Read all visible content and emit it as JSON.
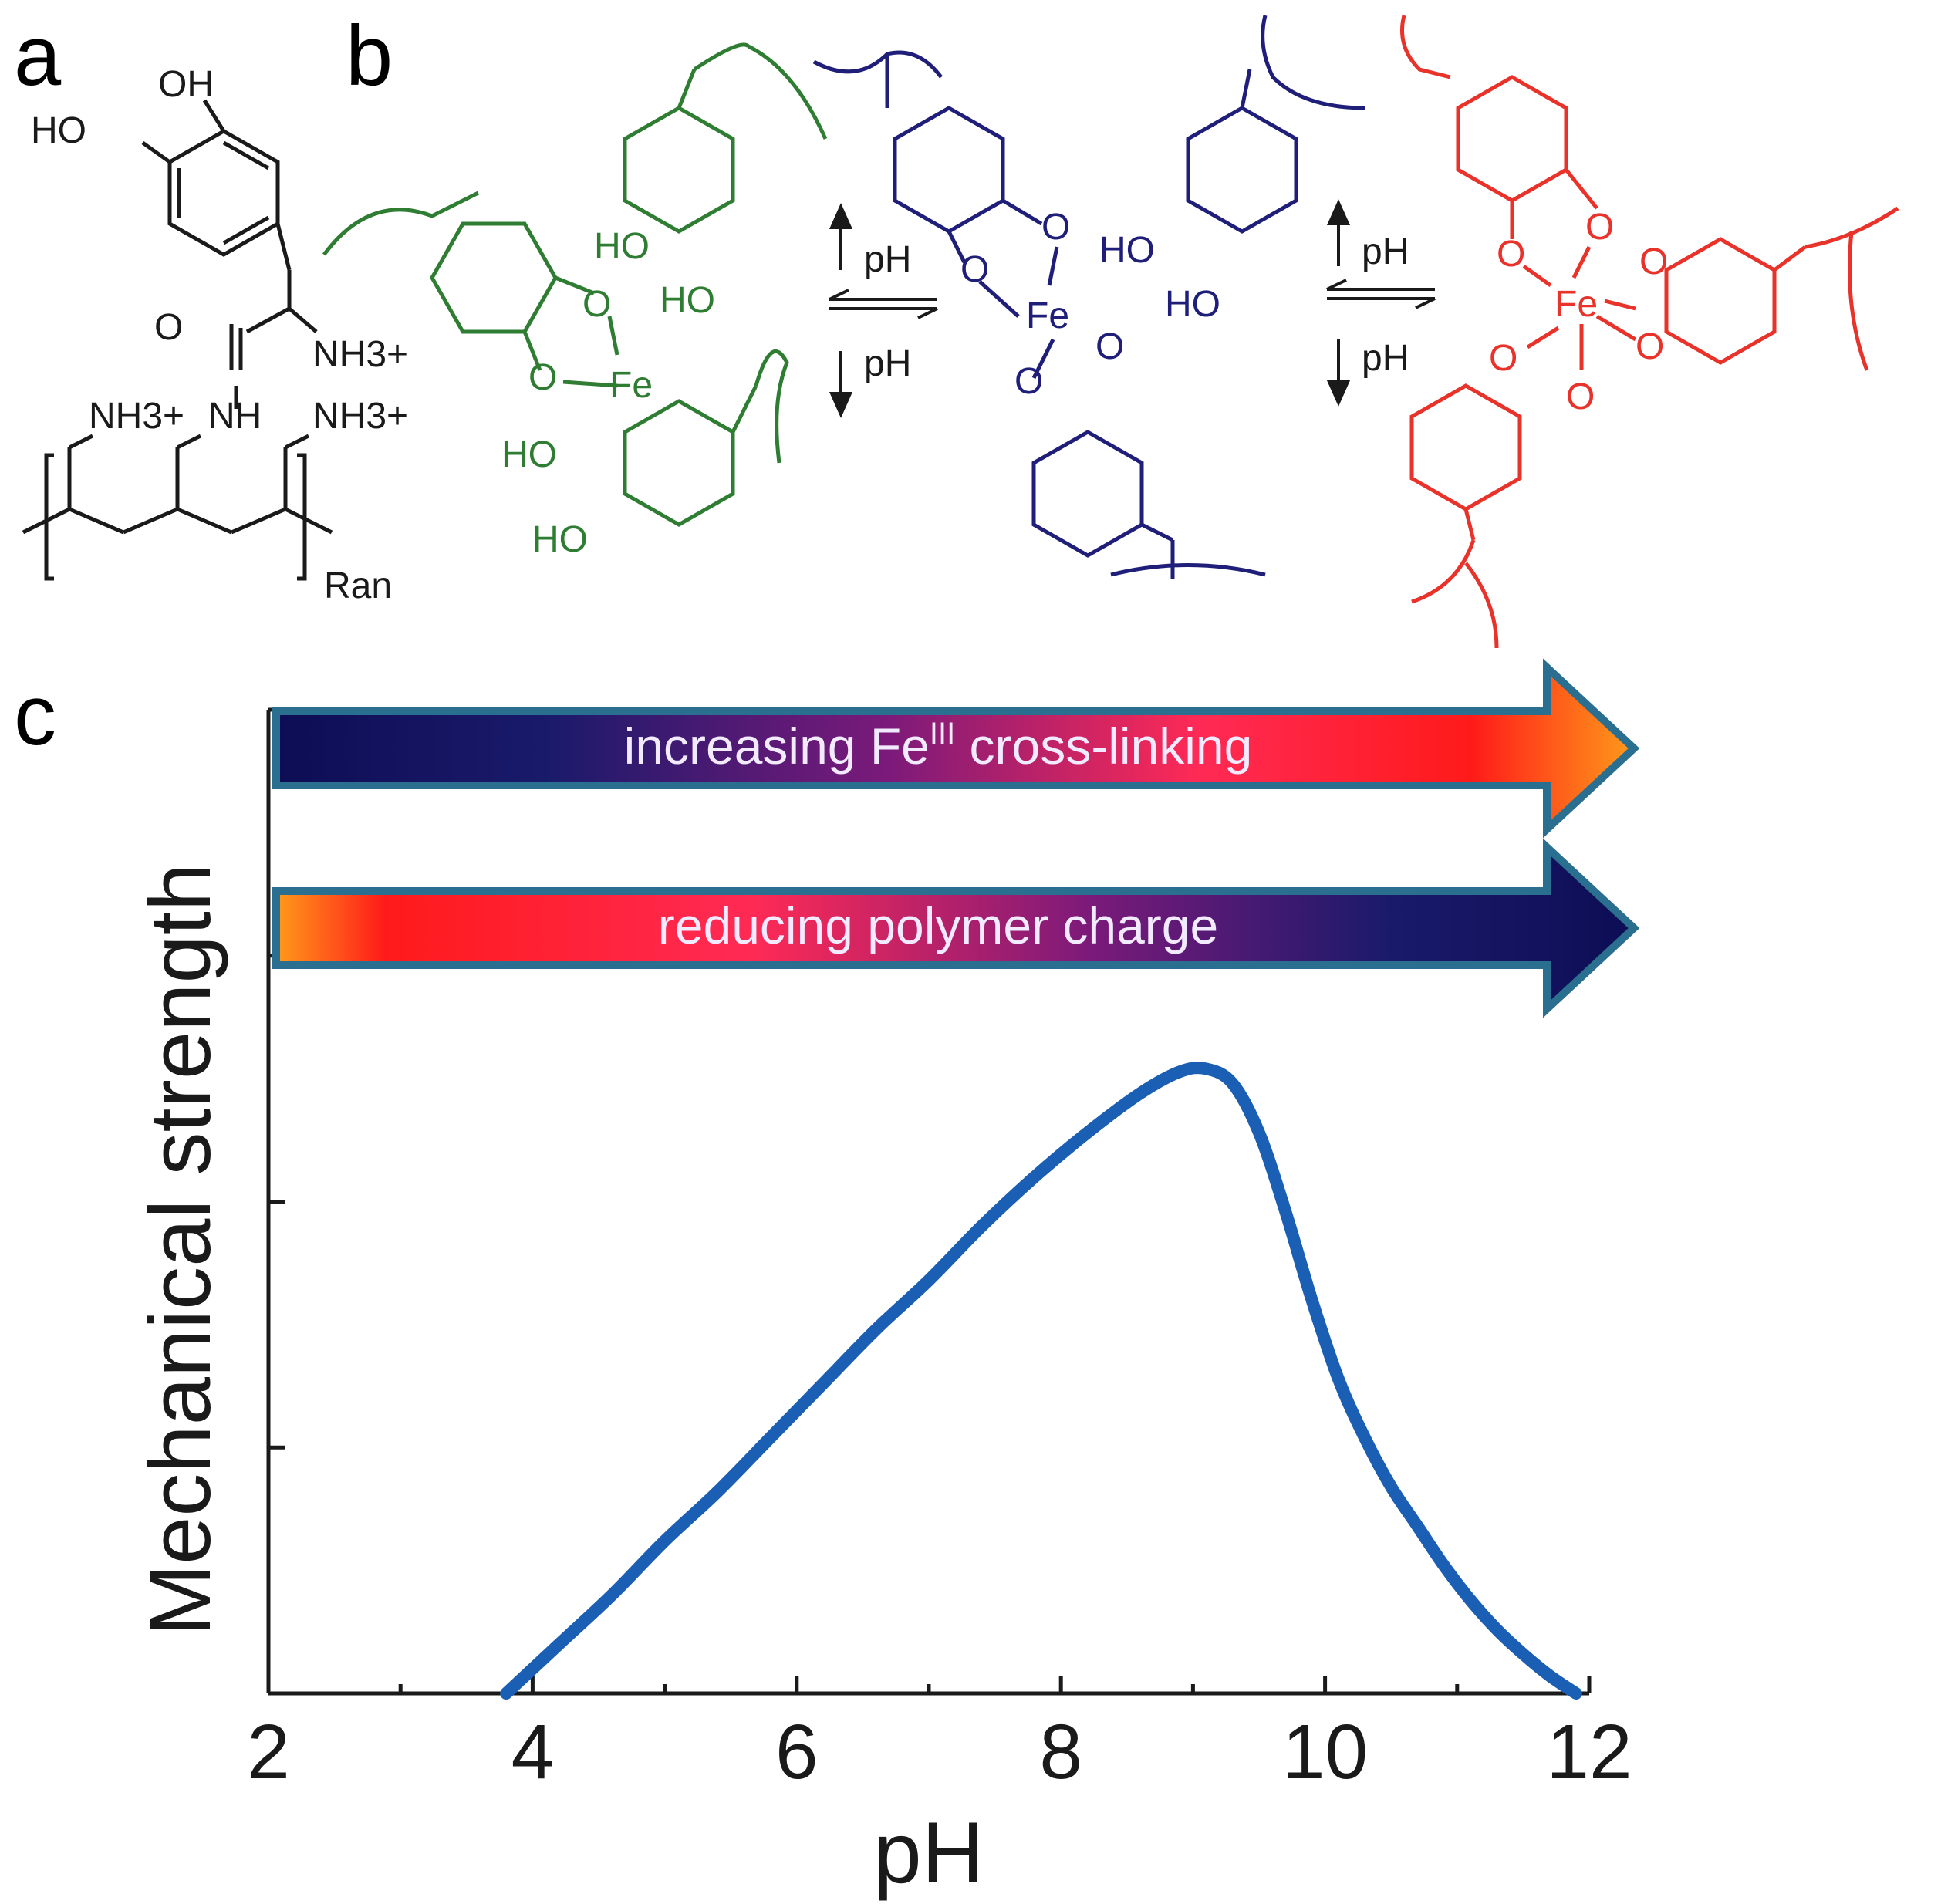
{
  "panels": {
    "a": "a",
    "b": "b",
    "c": "c"
  },
  "scheme_a": {
    "oh": "OH",
    "ho": "HO",
    "o": "O",
    "nh3_1": "NH3+",
    "nh3_2": "NH3+",
    "nh3_3": "NH3+",
    "nh": "NH",
    "ran": "Ran"
  },
  "scheme_b": {
    "mono": {
      "fe": "Fe",
      "o": "O",
      "ho": "HO",
      "color": "#2e7d32"
    },
    "bis": {
      "fe": "Fe",
      "o": "O",
      "ho": "HO",
      "color": "#1f1f7a"
    },
    "tris": {
      "fe": "Fe",
      "o": "O",
      "color": "#e8322a"
    },
    "arrow_up_label": "pH",
    "arrow_down_label": "pH"
  },
  "banners": {
    "top": {
      "text_main": "increasing Fe",
      "text_sup": "III",
      "text_tail": " cross-linking"
    },
    "bottom": {
      "text": "reducing polymer charge"
    }
  },
  "chart_data": {
    "type": "line",
    "xlabel": "pH",
    "ylabel": "Mechanical strength",
    "xlim": [
      2,
      12
    ],
    "ylim": [
      0,
      1
    ],
    "x_ticks": [
      2,
      4,
      6,
      8,
      10,
      12
    ],
    "x_tick_labels": [
      "2",
      "4",
      "6",
      "8",
      "10",
      "12"
    ],
    "y_tick_labels": [],
    "series": [
      {
        "color": "#1a5fb4",
        "x": [
          3.8,
          4.2,
          4.6,
          5.0,
          5.4,
          5.8,
          6.2,
          6.6,
          7.0,
          7.4,
          7.8,
          8.2,
          8.6,
          8.9,
          9.1,
          9.3,
          9.5,
          9.7,
          9.9,
          10.1,
          10.3,
          10.5,
          10.7,
          10.9,
          11.1,
          11.3,
          11.5,
          11.7,
          11.9
        ],
        "y": [
          0.0,
          0.05,
          0.1,
          0.155,
          0.205,
          0.26,
          0.315,
          0.37,
          0.42,
          0.475,
          0.525,
          0.57,
          0.61,
          0.632,
          0.635,
          0.62,
          0.57,
          0.49,
          0.4,
          0.32,
          0.26,
          0.21,
          0.17,
          0.13,
          0.095,
          0.065,
          0.04,
          0.018,
          0.0
        ]
      }
    ],
    "grid": false,
    "legend": "none"
  }
}
